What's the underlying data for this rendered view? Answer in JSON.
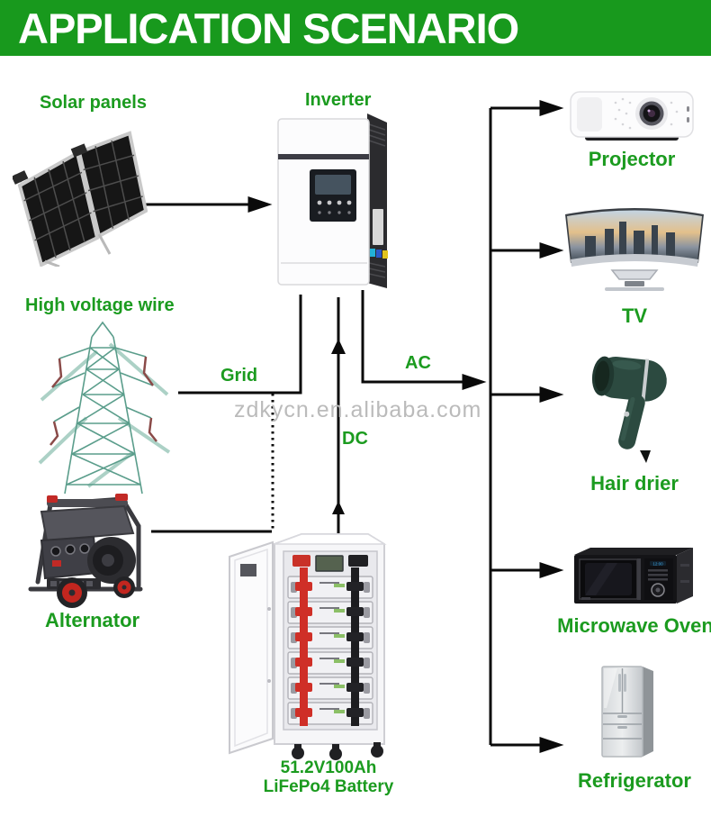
{
  "header": {
    "title": "APPLICATION SCENARIO"
  },
  "watermark": {
    "text": "zdkycn.en.alibaba.com"
  },
  "labels": {
    "solar_panels": "Solar panels",
    "inverter": "Inverter",
    "high_voltage_wire": "High voltage wire",
    "alternator": "Alternator",
    "grid": "Grid",
    "ac": "AC",
    "dc": "DC",
    "battery_line1": "51.2V100Ah",
    "battery_line2": "LiFePo4 Battery"
  },
  "appliances": [
    {
      "name": "projector",
      "label": "Projector"
    },
    {
      "name": "tv",
      "label": "TV"
    },
    {
      "name": "hair-drier",
      "label": "Hair drier"
    },
    {
      "name": "microwave-oven",
      "label": "Microwave Oven"
    },
    {
      "name": "refrigerator",
      "label": "Refrigerator"
    }
  ],
  "colors": {
    "header_bg": "#18991d",
    "label_green": "#1b9b1f",
    "line_black": "#0a0a0a",
    "watermark_gray": "#bbbbbb"
  }
}
